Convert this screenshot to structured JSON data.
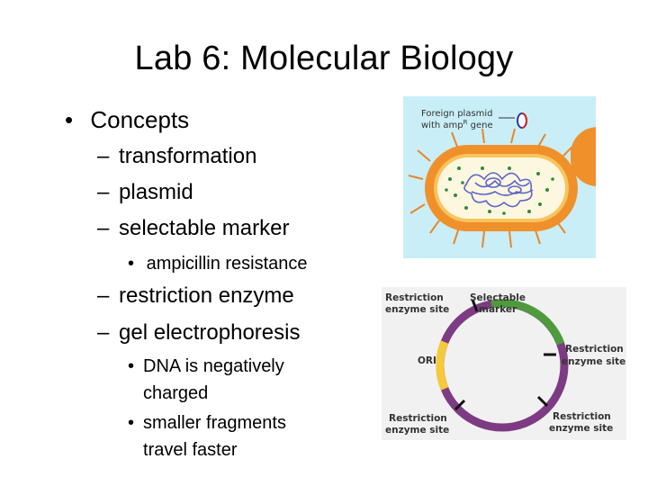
{
  "slide": {
    "title": "Lab 6: Molecular Biology",
    "bullets": {
      "concepts": "Concepts",
      "transformation": "transformation",
      "plasmid": "plasmid",
      "selectable_marker": "selectable marker",
      "ampicillin": "ampicillin resistance",
      "restriction_enzyme": "restriction enzyme",
      "gel": "gel electrophoresis",
      "dna_charged": "DNA is negatively charged",
      "smaller_fragments": "smaller fragments travel faster"
    },
    "markers": {
      "bullet": "•",
      "dash": "–"
    }
  },
  "bacterium_figure": {
    "label_line1": "Foreign plasmid",
    "label_line2": "with amp",
    "label_sup": "R",
    "label_tail": " gene",
    "colors": {
      "background": "#c9eef7",
      "cell_body": "#f0902a",
      "cytoplasm": "#fdf7e0",
      "dots": "#2e8b3a",
      "dna": "#5a66c8"
    }
  },
  "plasmid_figure": {
    "labels": {
      "restriction_site_tl_1": "Restriction",
      "restriction_site_tl_2": "enzyme site",
      "selectable_marker_1": "Selectable",
      "selectable_marker_2": "marker",
      "ori": "ORI",
      "restriction_site_r_1": "Restriction",
      "restriction_site_r_2": "enzyme site",
      "restriction_site_bl_1": "Restriction",
      "restriction_site_bl_2": "enzyme site",
      "restriction_site_br_1": "Restriction",
      "restriction_site_br_2": "enzyme site"
    },
    "colors": {
      "background": "#f1f1f1",
      "ring": "#7d3b84",
      "marker_segment": "#4f9a3c",
      "ori_segment": "#f5c93a",
      "label": "#333333"
    }
  }
}
